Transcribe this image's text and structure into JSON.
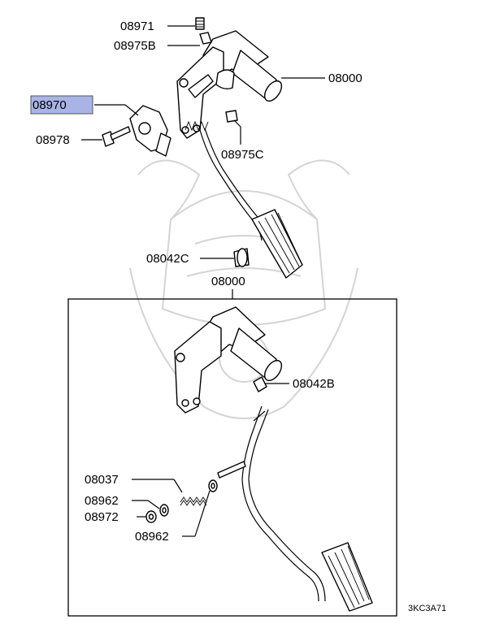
{
  "callouts": {
    "c08971": "08971",
    "c08975B": "08975B",
    "c08000_top": "08000",
    "c08970": "08970",
    "c08978": "08978",
    "c08975C": "08975C",
    "c08042C": "08042C",
    "c08000_box": "08000",
    "c08042B": "08042B",
    "c08037": "08037",
    "c08962_a": "08962",
    "c08972": "08972",
    "c08962_b": "08962"
  },
  "diagram_code": "3KC3A71",
  "highlight_color": "#a9b4e6"
}
